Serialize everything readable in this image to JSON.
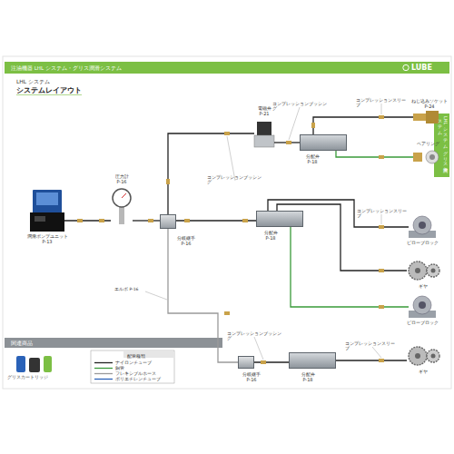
{
  "diagram": {
    "title": "システムレイアウト",
    "nodes": [
      {
        "text": [
          "潤滑ポンプユニット",
          "P-13"
        ]
      },
      {
        "text": [
          "圧力計",
          "P-16"
        ]
      },
      {
        "text": [
          "分岐継手",
          "P-16"
        ]
      },
      {
        "text": [
          "電磁弁",
          "P-21"
        ]
      },
      {
        "text": [
          "分配弁",
          "P-18"
        ]
      },
      {
        "text": [
          "分配弁",
          "P-18"
        ]
      },
      {
        "text": [
          "分配弁",
          "P-18"
        ]
      },
      {
        "text": [
          "分岐継手",
          "P-16"
        ]
      },
      {
        "text": [
          "ねじ込みソケット",
          "P-24"
        ]
      },
      {
        "text": [
          "ベアリング"
        ]
      },
      {
        "text": [
          "ピローブロック"
        ]
      },
      {
        "text": [
          "ギヤ"
        ]
      },
      {
        "text": [
          "ピローブロック"
        ]
      },
      {
        "text": [
          "ギヤ"
        ]
      }
    ],
    "edges": [
      {
        "from": 0,
        "to": 1,
        "arrow": "none"
      },
      {
        "from": 1,
        "to": 2,
        "arrow": "none"
      },
      {
        "from": 2,
        "to": 3,
        "arrow": "none"
      },
      {
        "from": 3,
        "to": 4,
        "arrow": "none"
      },
      {
        "from": 2,
        "to": 5,
        "arrow": "none"
      },
      {
        "from": 2,
        "to": 7,
        "arrow": "none"
      },
      {
        "from": 7,
        "to": 6,
        "arrow": "none"
      },
      {
        "from": 4,
        "to": 8,
        "arrow": "none"
      },
      {
        "from": 4,
        "to": 9,
        "arrow": "none"
      },
      {
        "from": 5,
        "to": 10,
        "arrow": "none"
      },
      {
        "from": 5,
        "to": 11,
        "arrow": "none"
      },
      {
        "from": 5,
        "to": 12,
        "arrow": "none"
      },
      {
        "from": 6,
        "to": 13,
        "arrow": "none"
      }
    ],
    "labels": [
      "注油機器 LHL システム・グリス潤滑システム",
      "LUBE",
      "LHL システム",
      "LHLシステム グリス潤滑システム",
      "関連商品",
      "配管種類",
      "グリスカートリッジ",
      "コンプレッションブッシング",
      "コンプレッションスリーブ",
      "コンプレッションブッシング",
      "コンプレッションスリーブ",
      "コンプレッションブッシング",
      "コンプレッションスリーブ",
      "エルボ P-16"
    ],
    "legend": [
      {
        "text": "ナイロンチューブ"
      },
      {
        "text": "銅管"
      },
      {
        "text": "フレキシブルホース"
      },
      {
        "text": "ポリエチレンチューブ"
      }
    ]
  }
}
